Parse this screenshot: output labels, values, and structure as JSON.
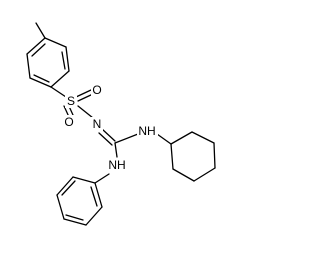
{
  "molecule": {
    "labels": {
      "s": "S",
      "o_top": "O",
      "o_bottom": "O",
      "n_imine": "N",
      "nh_cyclohexyl": "NH",
      "nh_phenyl": "NH"
    },
    "colors": {
      "bond": "#000000",
      "label": "#000000",
      "background": "#ffffff"
    }
  }
}
